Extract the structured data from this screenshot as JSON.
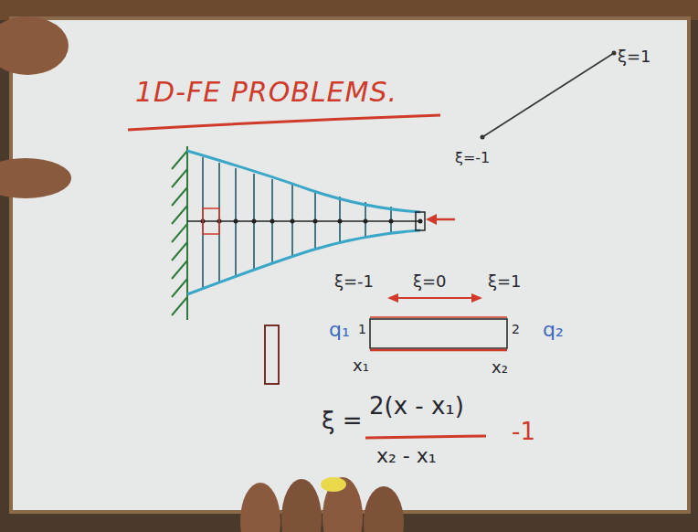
{
  "diagram": {
    "title": "1D-FE PROBLEMS.",
    "labels": [
      "ξ=1",
      "ξ=-1",
      "ξ=-1",
      "ξ=0",
      "ξ=1",
      "q₁",
      "1",
      "2",
      "q₂",
      "x₁",
      "x₂",
      "ξ =",
      "2(x - x₁)",
      "x₂ - x₁",
      "-1"
    ]
  }
}
